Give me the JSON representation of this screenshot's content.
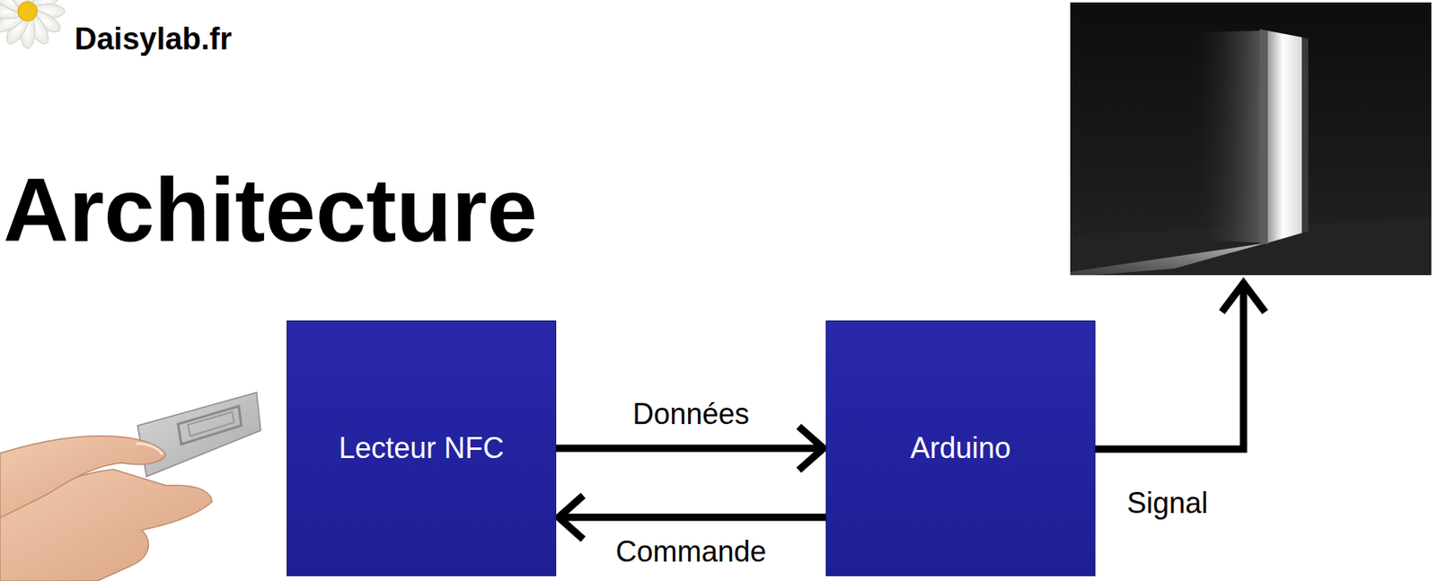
{
  "diagram": {
    "title": "Architecture",
    "nodes": [
      {
        "text": [
          "Lecteur NFC"
        ]
      },
      {
        "text": [
          "Arduino"
        ]
      }
    ],
    "edges": [
      {
        "from": 0,
        "to": 1,
        "label": "Données",
        "arrow": "to"
      },
      {
        "from": 1,
        "to": 0,
        "label": "Commande",
        "arrow": "to"
      }
    ],
    "labels": [
      "Daisylab.fr",
      "Signal"
    ]
  }
}
